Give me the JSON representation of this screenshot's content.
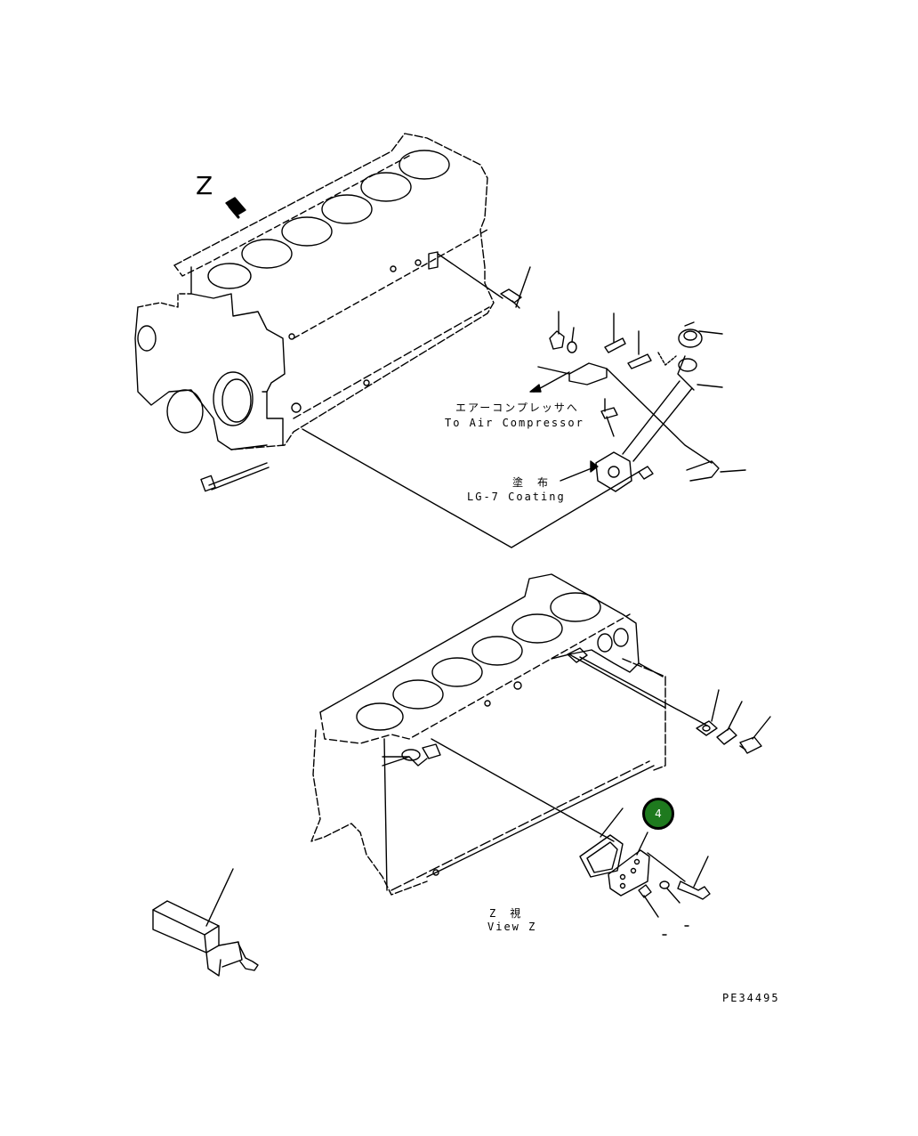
{
  "view_marker": {
    "letter": "Z"
  },
  "labels": {
    "air_comp_jp": "エアーコンプレッサへ",
    "air_comp_en": "To Air Compressor",
    "coating_jp": "塗　布",
    "coating_en": "LG-7 Coating",
    "view_z_jp": "Z　視",
    "view_z_en": "View Z",
    "figure_code": "PE34495"
  },
  "callout": {
    "number": "4",
    "color": "#1e7a1e"
  },
  "colors": {
    "line": "#000000",
    "background": "#ffffff"
  }
}
